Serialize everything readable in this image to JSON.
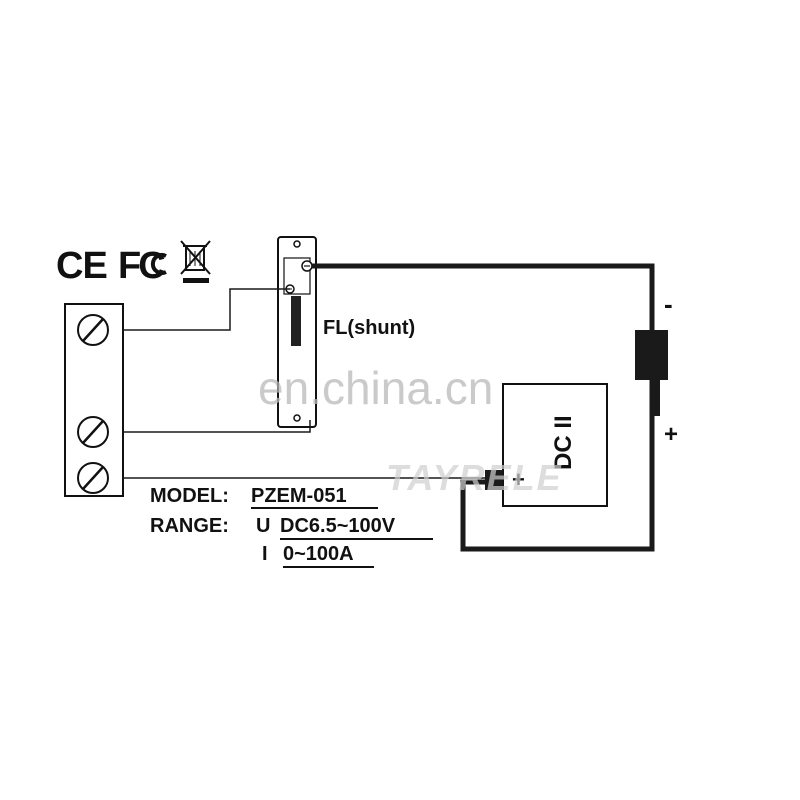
{
  "certifications": {
    "ce": "CE",
    "fcc": "FC",
    "weee": "weee-bin-icon"
  },
  "shunt": {
    "label": "FL(shunt)"
  },
  "load": {
    "label": "DC II",
    "plus": "+"
  },
  "polarity": {
    "minus": "-",
    "plus": "+"
  },
  "specs": {
    "model_label": "MODEL:",
    "model_value": "PZEM-051",
    "range_label": "RANGE:",
    "voltage_symbol": "U",
    "voltage_value": "DC6.5~100V",
    "current_symbol": "I",
    "current_value": "0~100A"
  },
  "watermarks": {
    "site": "en.china.cn",
    "brand": "TAYRELE"
  },
  "colors": {
    "ink": "#111111",
    "wire": "#1a1a1a",
    "watermark": "#b9b9b9",
    "shunt_bar": "#222222"
  }
}
